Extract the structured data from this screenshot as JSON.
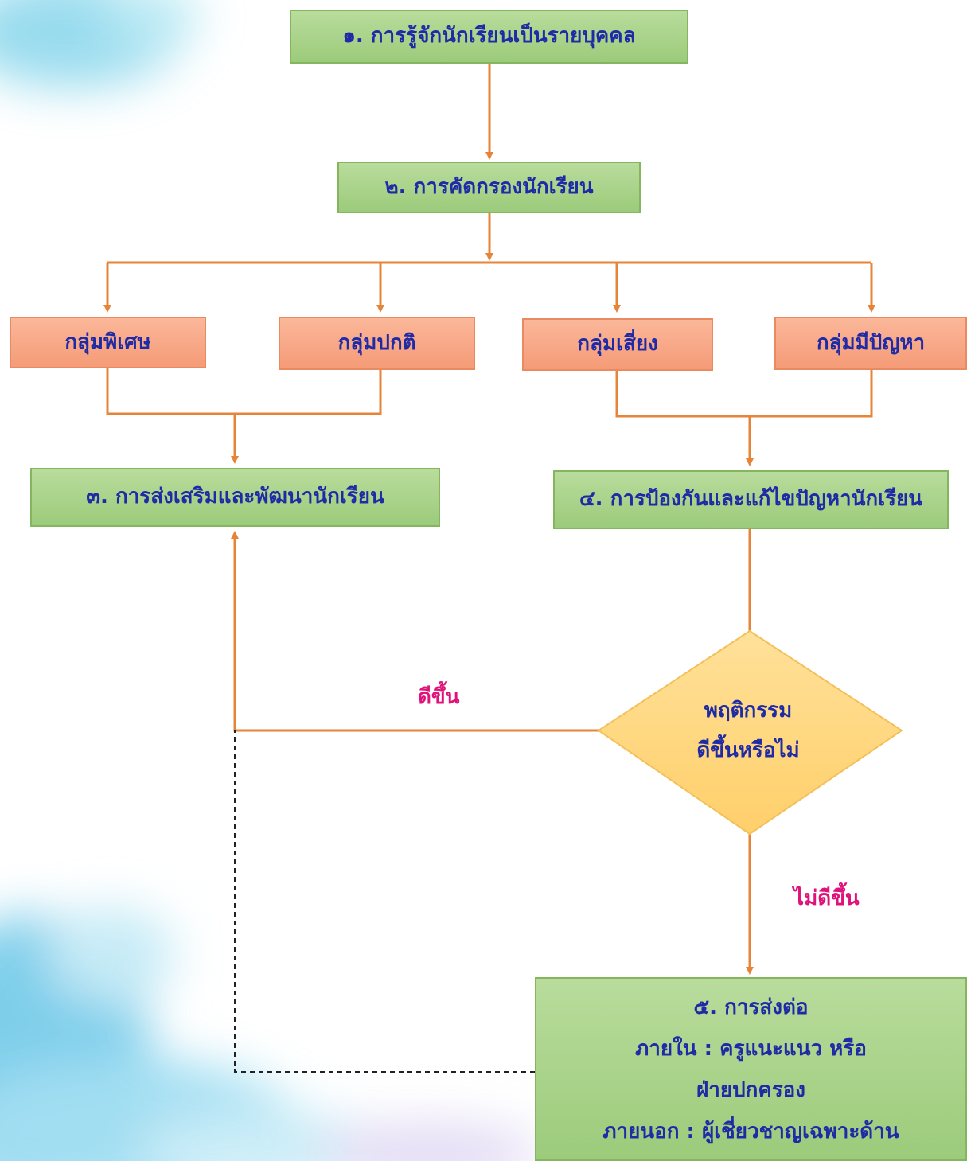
{
  "nodes": {
    "step1": "๑. การรู้จักนักเรียนเป็นรายบุคคล",
    "step2": "๒. การคัดกรองนักเรียน",
    "group_special": "กลุ่มพิเศษ",
    "group_normal": "กลุ่มปกติ",
    "group_risk": "กลุ่มเสี่ยง",
    "group_problem": "กลุ่มมีปัญหา",
    "step3": "๓. การส่งเสริมและพัฒนานักเรียน",
    "step4": "๔. การป้องกันและแก้ไขปัญหานักเรียน",
    "decision_line1": "พฤติกรรม",
    "decision_line2": "ดีขึ้นหรือไม่",
    "step5_title": "๕.  การส่งต่อ",
    "step5_line1": "ภายใน : ครูแนะแนว หรือ",
    "step5_line2": "ฝ่ายปกครอง",
    "step5_line3": "ภายนอก : ผู้เชี่ยวชาญเฉพาะด้าน"
  },
  "edges": {
    "better": "ดีขึ้น",
    "not_better": "ไม่ดีขึ้น"
  },
  "colors": {
    "green_box": "#a9d18e",
    "salmon_box": "#f8a782",
    "diamond": "#ffd680",
    "connector": "#e6843a",
    "text": "#1f2aa6",
    "edge_label": "#e0127a"
  }
}
